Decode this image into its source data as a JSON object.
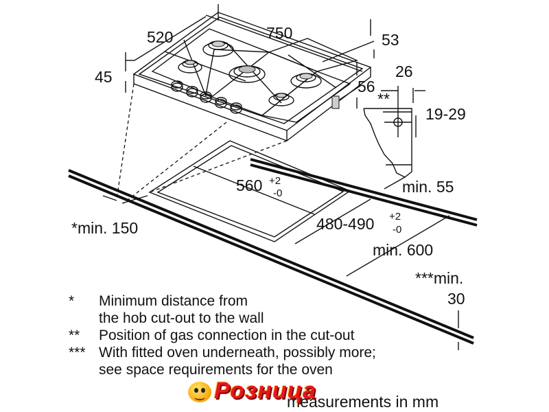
{
  "dimensions": {
    "depth": "520",
    "width": "750",
    "top_margin": "53",
    "height": "45",
    "connector_height": "56",
    "pipe_offset": "26",
    "bracket_marker": "**",
    "pipe_height": "19-29",
    "cutout_width": "560",
    "cutout_width_tol_plus": "+2",
    "cutout_width_tol_minus": "-0",
    "cutout_depth": "480-490",
    "cutout_depth_tol_plus": "+2",
    "cutout_depth_tol_minus": "-0",
    "front_min": "min. 55",
    "wall_min": "*min. 150",
    "worktop_min": "min. 600",
    "oven_min_label": "***min.",
    "oven_min_value": "30"
  },
  "legend": [
    {
      "mark": "*",
      "lines": [
        "Minimum distance from",
        "the hob cut-out to the wall"
      ]
    },
    {
      "mark": "**",
      "lines": [
        "Position of gas connection in the cut-out"
      ]
    },
    {
      "mark": "***",
      "lines": [
        "With fitted oven underneath, possibly more;",
        "see space requirements for the oven"
      ]
    }
  ],
  "units_note": "measurements in mm",
  "watermark": {
    "text": "Розница",
    "icon": "smiley-icon",
    "color": "#e8161b"
  }
}
